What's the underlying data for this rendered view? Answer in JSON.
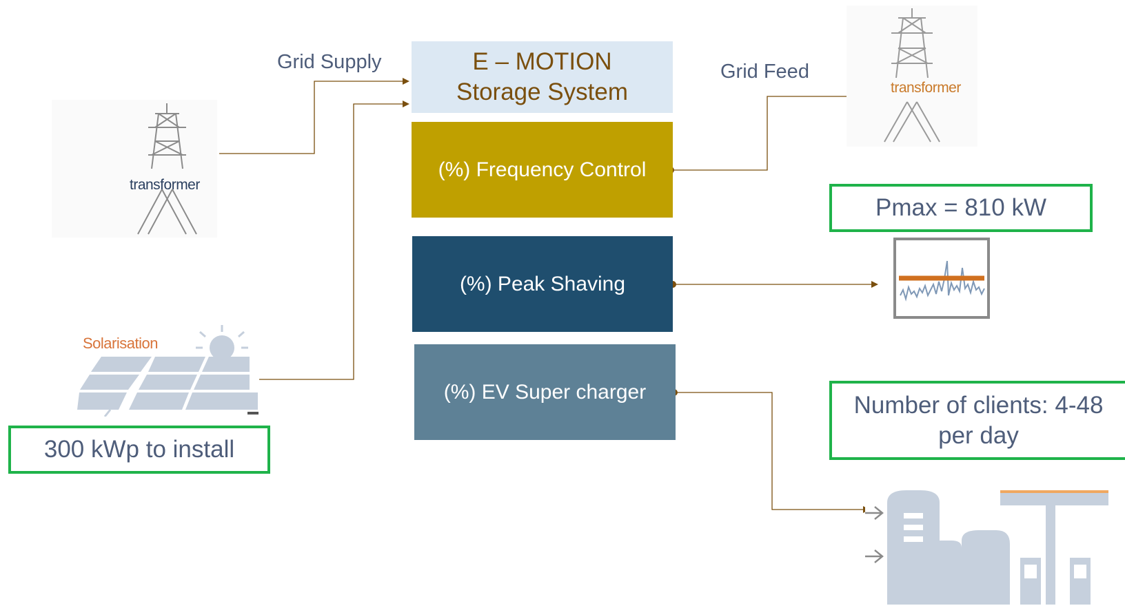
{
  "labels": {
    "grid_supply": "Grid Supply",
    "grid_feed": "Grid Feed"
  },
  "storage": {
    "title_line1": "E – MOTION",
    "title_line2": "Storage System"
  },
  "blocks": {
    "frequency": {
      "label": "(%) Frequency Control",
      "color": "#bfa000"
    },
    "peak": {
      "label": "(%) Peak Shaving",
      "color": "#1f4e6e"
    },
    "ev": {
      "label": "(%) EV Super charger",
      "color": "#5e8196"
    }
  },
  "icons": {
    "transformer_left": {
      "name": "transmission-tower-icon",
      "label": "transformer"
    },
    "transformer_right": {
      "name": "transmission-tower-icon",
      "label": "transformer"
    },
    "solar": {
      "name": "solar-panel-icon",
      "label": "Solarisation"
    },
    "chart": {
      "name": "load-profile-chart-icon"
    },
    "station": {
      "name": "fuel-station-icon"
    }
  },
  "callouts": {
    "solar_install": "300 kWp to install",
    "pmax": "Pmax = 810 kW",
    "clients_line1": "Number of clients: 4-48",
    "clients_line2": "per day"
  },
  "colors": {
    "connector": "#7a4f0e",
    "callout_border": "#1fb34a",
    "storage_header_bg": "#dce8f3",
    "storage_title": "#7a4f0e"
  }
}
